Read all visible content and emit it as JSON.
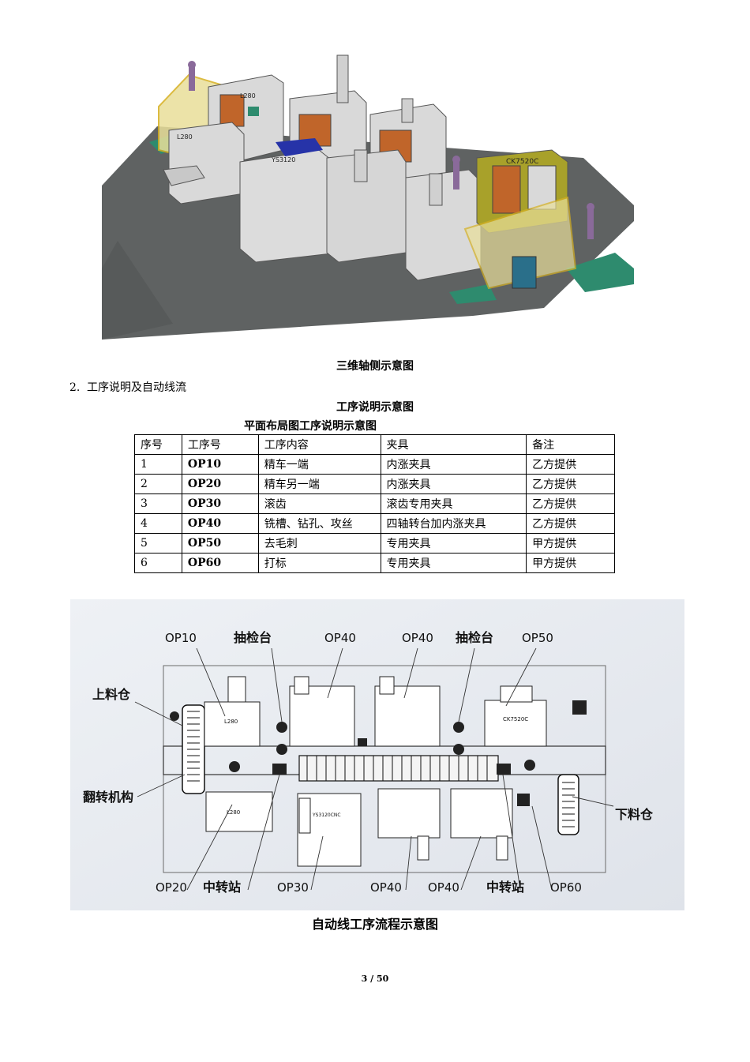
{
  "figure1": {
    "caption": "三维轴侧示意图",
    "machine_labels": [
      "L280",
      "L280",
      "YS3120",
      "CK7520C"
    ]
  },
  "section": {
    "number": "2.",
    "title": "工序说明及自动线流"
  },
  "process_title": "工序说明示意图",
  "table_title": "平面布局图工序说明示意图",
  "table": {
    "headers": [
      "序号",
      "工序号",
      "工序内容",
      "夹具",
      "备注"
    ],
    "rows": [
      [
        "1",
        "OP10",
        "精车一端",
        "内涨夹具",
        "乙方提供"
      ],
      [
        "2",
        "OP20",
        "精车另一端",
        "内涨夹具",
        "乙方提供"
      ],
      [
        "3",
        "OP30",
        "滚齿",
        "滚齿专用夹具",
        "乙方提供"
      ],
      [
        "4",
        "OP40",
        "铣槽、钻孔、攻丝",
        "四轴转台加内涨夹具",
        "乙方提供"
      ],
      [
        "5",
        "OP50",
        "去毛刺",
        "专用夹具",
        "甲方提供"
      ],
      [
        "6",
        "OP60",
        "打标",
        "专用夹具",
        "甲方提供"
      ]
    ]
  },
  "figure2": {
    "caption": "自动线工序流程示意图",
    "labels": {
      "op10": "OP10",
      "check1": "抽检台",
      "op40a": "OP40",
      "op40b": "OP40",
      "check2": "抽检台",
      "op50": "OP50",
      "load": "上料仓",
      "flip": "翻转机构",
      "unload": "下料仓",
      "op20": "OP20",
      "transfer1": "中转站",
      "op30": "OP30",
      "op40c": "OP40",
      "op40d": "OP40",
      "transfer2": "中转站",
      "op60": "OP60",
      "m_l280a": "L280",
      "m_ck": "CK7520C",
      "m_l280b": "L280",
      "m_ys": "YS3120CNC"
    }
  },
  "footer": {
    "page": "3 / 50"
  },
  "colors": {
    "floor": "#5f6262",
    "green_zone": "#2e8b6e",
    "machine": "#d9d9d9",
    "orange_door": "#c0652a",
    "fence": "#d6b021",
    "blue_panel": "#2633a8",
    "olive_cabinet": "#a8a12a"
  }
}
